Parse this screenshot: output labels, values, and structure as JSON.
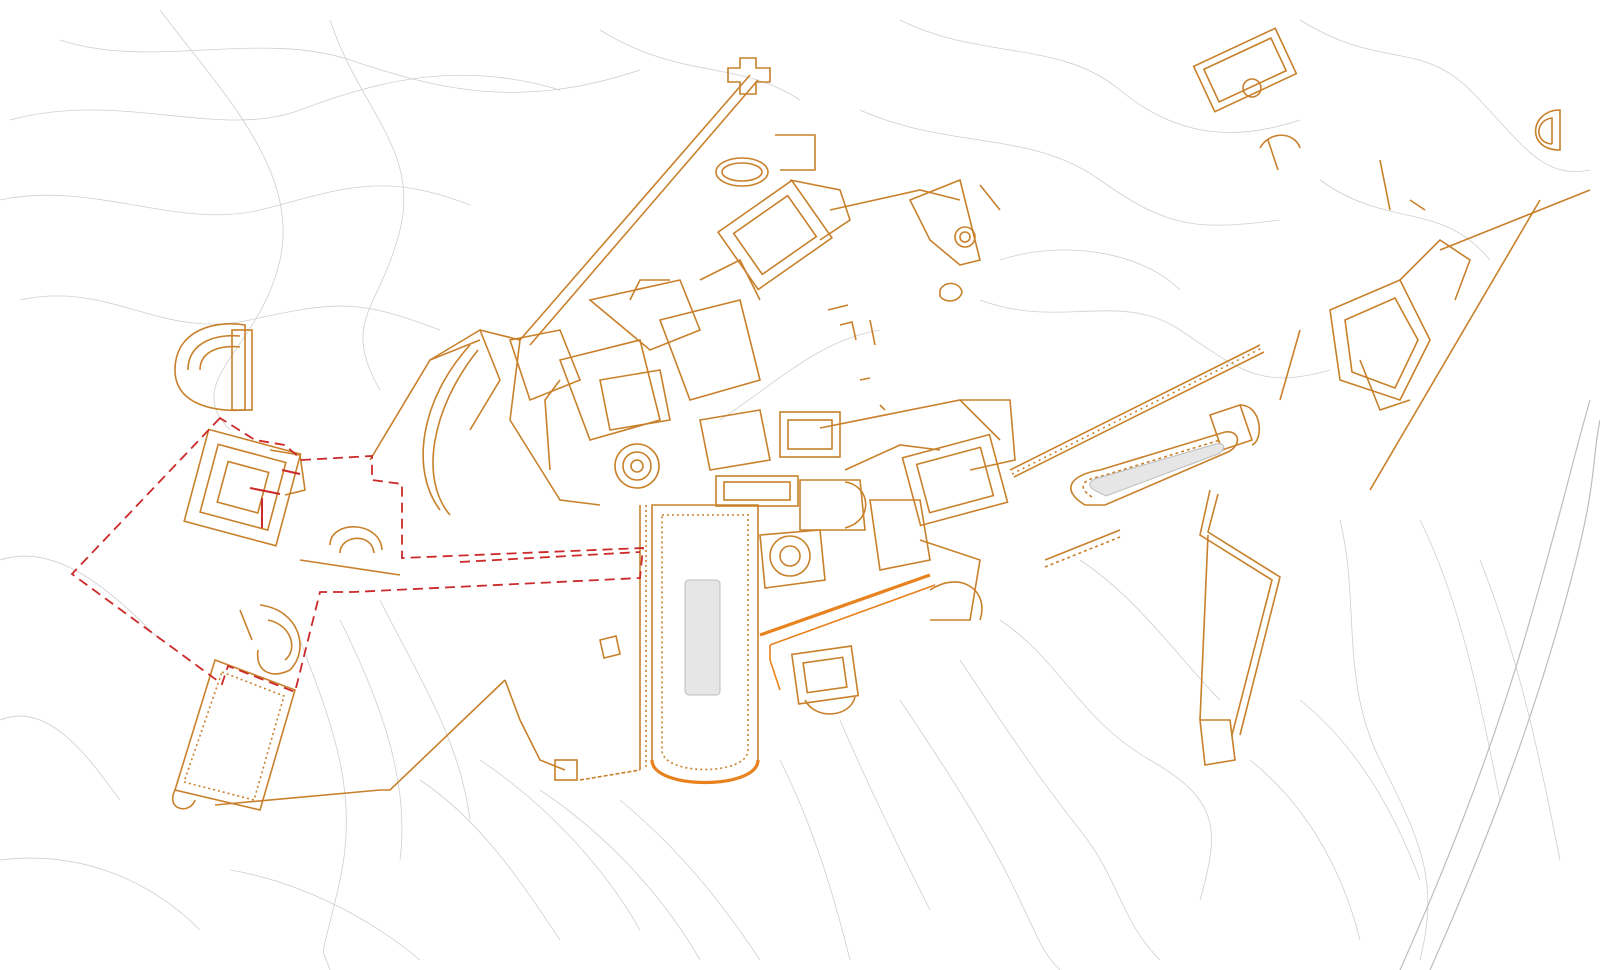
{
  "map": {
    "colors": {
      "background": "#ffffff",
      "structure": "#c8802a",
      "highlight": "#e8821e",
      "boundary_dashed": "#cc2a2a",
      "contour": "#cfcfcf",
      "basin_fill": "#e6e6e6"
    },
    "layers": [
      "contours",
      "structures",
      "highlighted-structures",
      "dashed-boundary"
    ]
  }
}
